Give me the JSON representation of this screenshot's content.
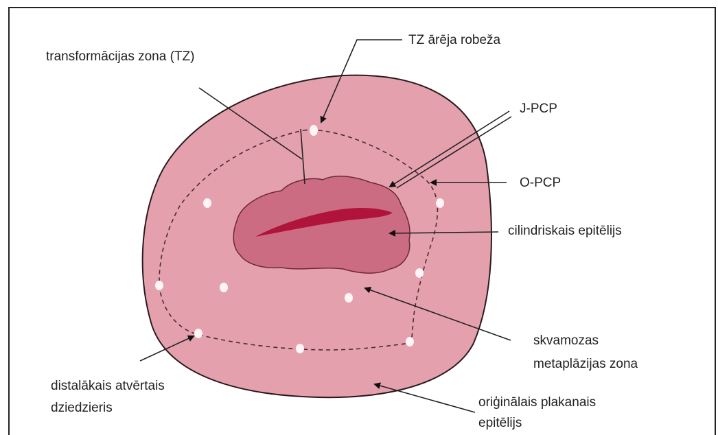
{
  "labels": {
    "transformation_zone": "transformācijas zona (TZ)",
    "tz_outer_border": "TZ ārēja robeža",
    "j_pcp": "J-PCP",
    "o_pcp": "O-PCP",
    "columnar_epithelium": "cilindriskais epitēlijs",
    "squamous_metaplasia_line1": "skvamozas",
    "squamous_metaplasia_line2": "metaplāzijas zona",
    "distal_gland_line1": "distalākais atvērtais",
    "distal_gland_line2": "dziedzieris",
    "original_squamous_line1": "oriģinālais plakanais",
    "original_squamous_line2": "epitēlijs"
  },
  "colors": {
    "cervix_fill": "#e5a0ae",
    "cervix_stroke": "#2a1a1e",
    "ectropion_fill": "#cc6c82",
    "ectropion_stroke": "#6a2838",
    "os_fill": "#b0143a",
    "gland_fill": "#fff4f6",
    "line": "#222222"
  }
}
